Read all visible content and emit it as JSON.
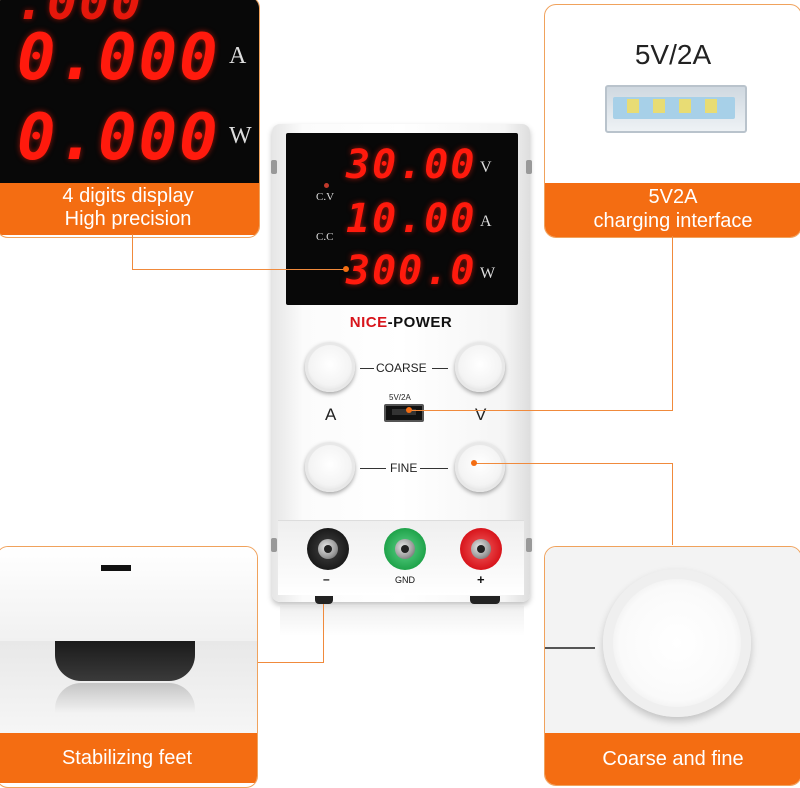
{
  "callouts": {
    "display": {
      "caption_line1": "4 digits display",
      "caption_line2": "High precision",
      "readouts": [
        {
          "value": "0.000",
          "unit": "A"
        },
        {
          "value": "0.000",
          "unit": "W"
        }
      ]
    },
    "usb": {
      "title": "5V/2A",
      "caption_line1": "5V2A",
      "caption_line2": "charging interface"
    },
    "feet": {
      "caption": "Stabilizing feet"
    },
    "knob": {
      "caption": "Coarse and fine"
    }
  },
  "device": {
    "brand_nice": "NICE",
    "brand_dash": "-",
    "brand_power": "POWER",
    "lcd": {
      "cv_label": "C.V",
      "cc_label": "C.C",
      "rows": [
        {
          "value": "30.00",
          "unit": "V"
        },
        {
          "value": "10.00",
          "unit": "A"
        },
        {
          "value": "300.0",
          "unit": "W"
        }
      ]
    },
    "coarse_label": "COARSE",
    "fine_label": "FINE",
    "usb_label": "5V/2A",
    "current_label": "A",
    "voltage_label": "V",
    "terminals": {
      "neg": "–",
      "gnd": "GND",
      "pos": "+"
    }
  },
  "colors": {
    "accent": "#f46d12",
    "lcd_digits": "#ff1a0d",
    "terminal_neg": "#1a1a1a",
    "terminal_gnd": "#1fa34a",
    "terminal_pos": "#d8141b"
  }
}
